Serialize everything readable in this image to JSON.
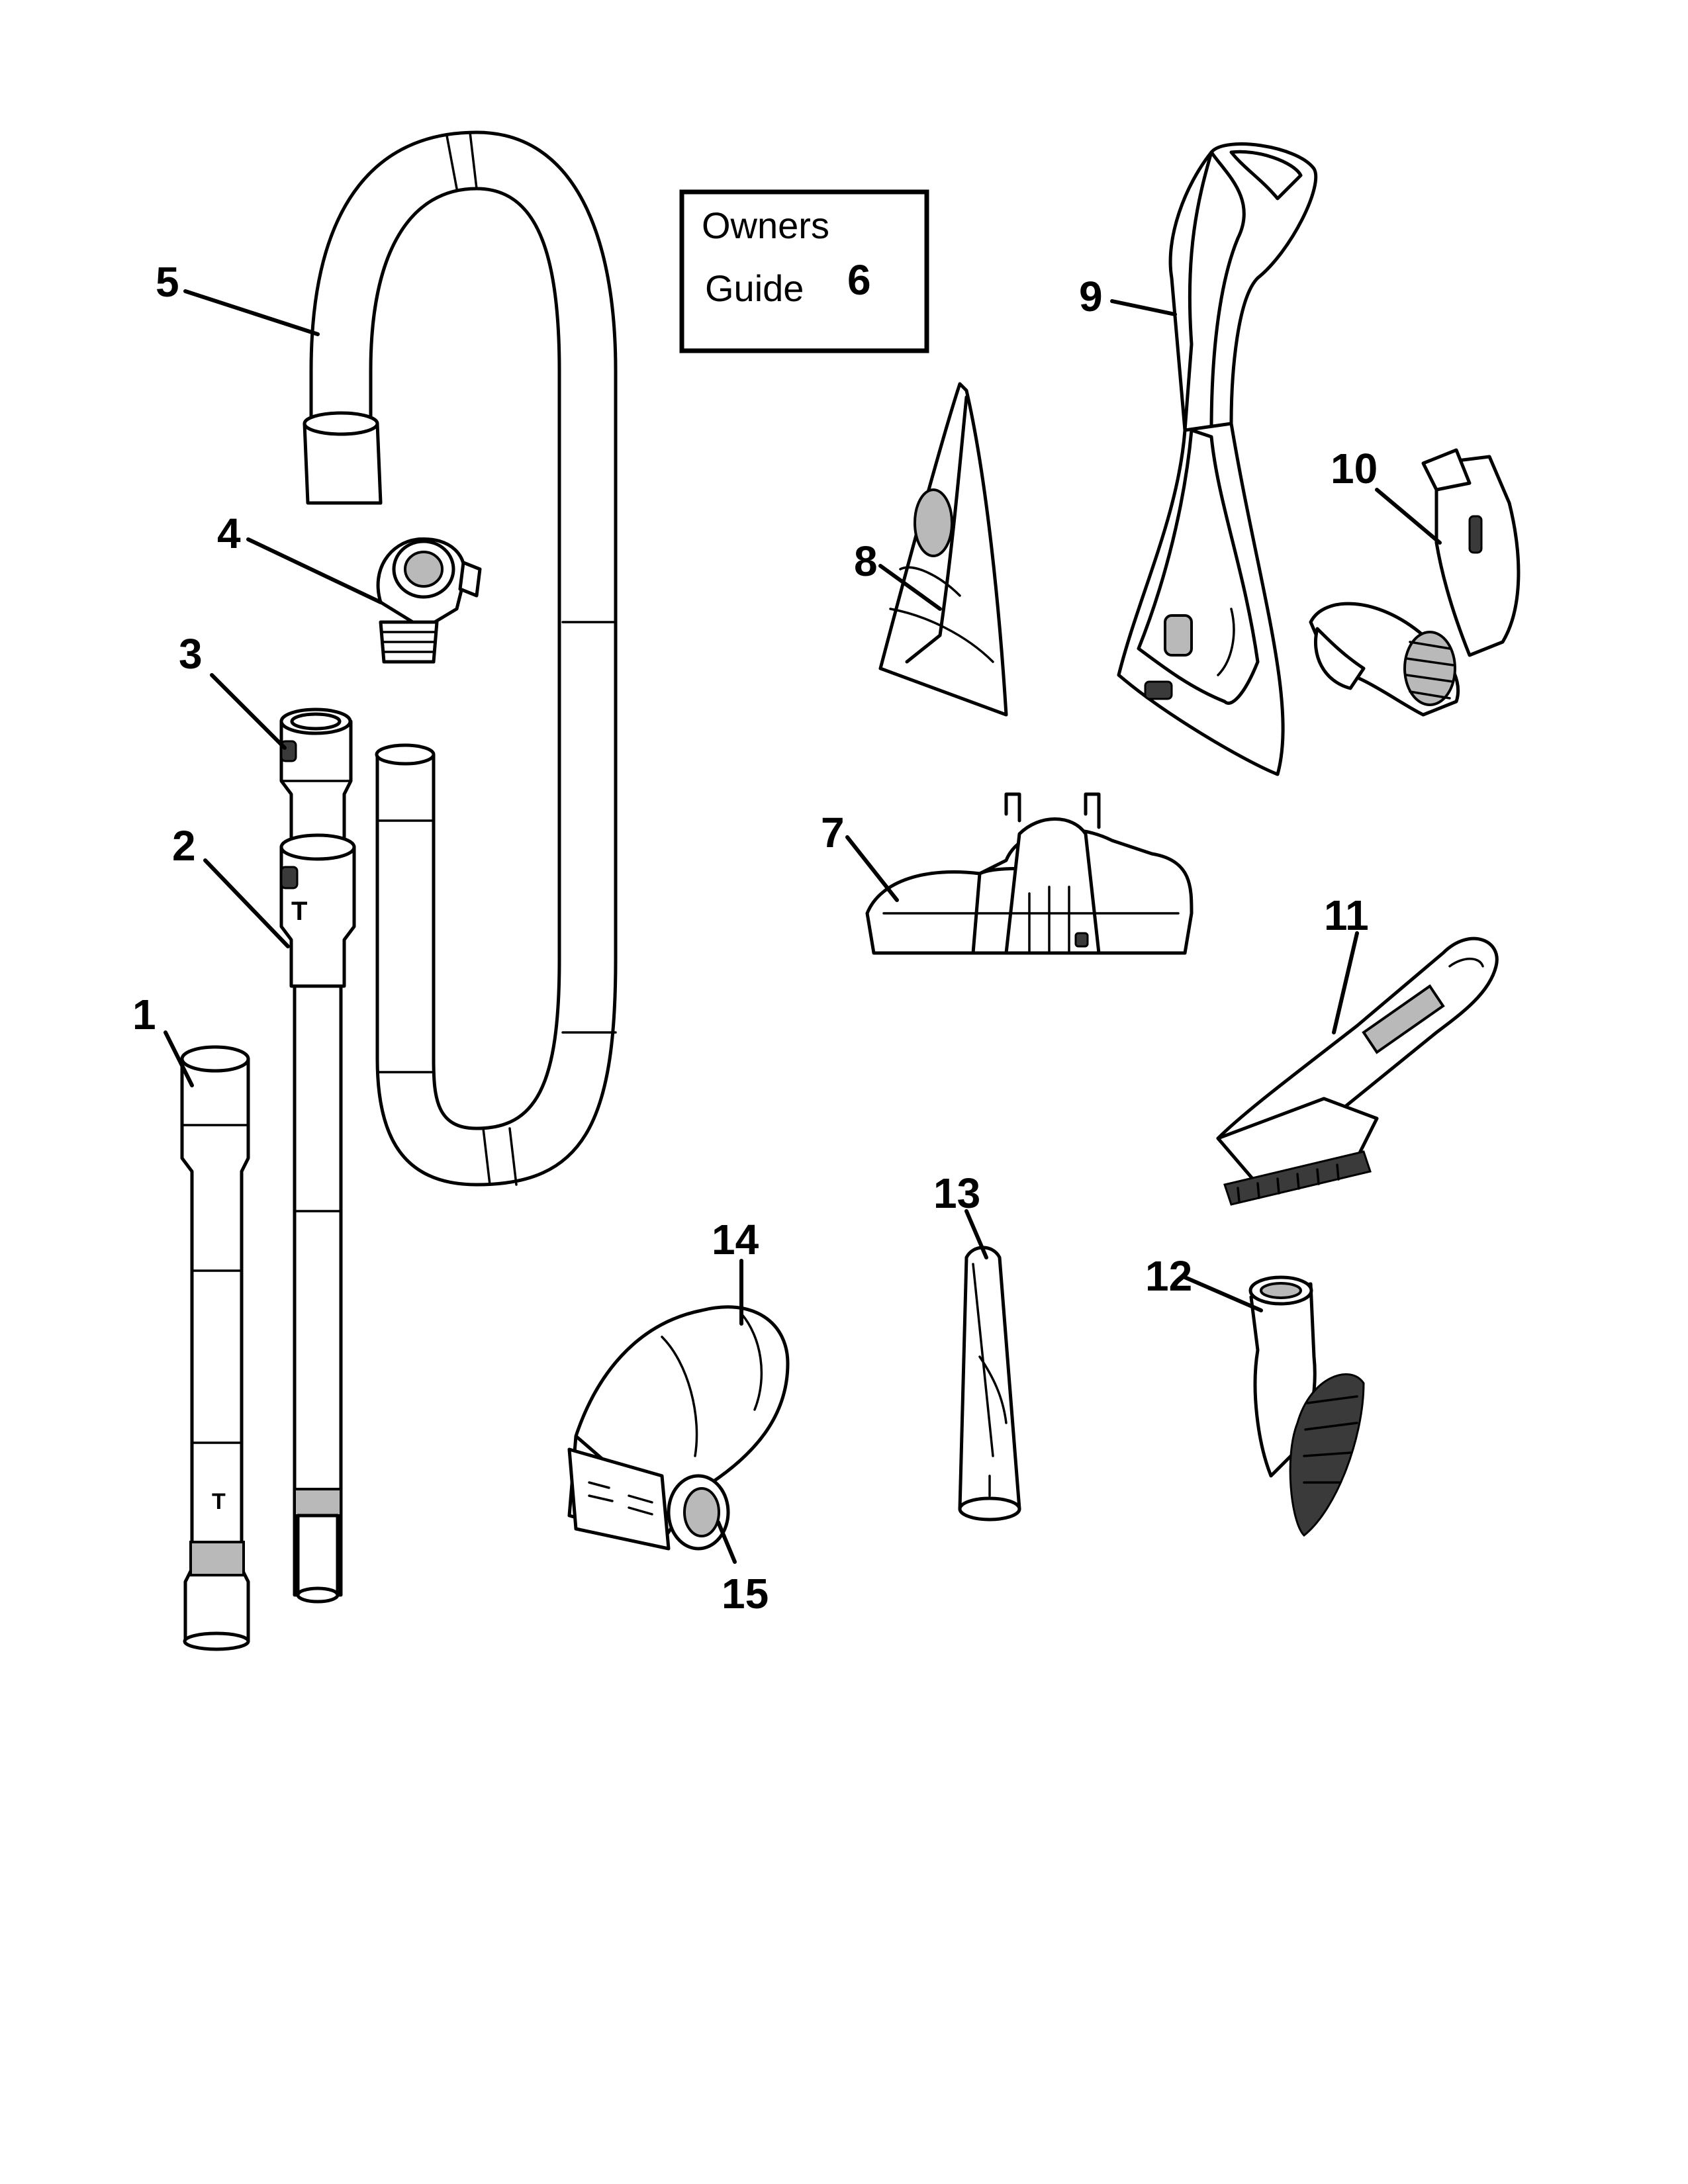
{
  "owners_guide": {
    "line1": "Owners",
    "line2": "Guide",
    "number": "6"
  },
  "callouts": {
    "p1": "1",
    "p2": "2",
    "p3": "3",
    "p4": "4",
    "p5": "5",
    "p7": "7",
    "p8": "8",
    "p9": "9",
    "p10": "10",
    "p11": "11",
    "p12": "12",
    "p13": "13",
    "p14": "14",
    "p15": "15"
  }
}
